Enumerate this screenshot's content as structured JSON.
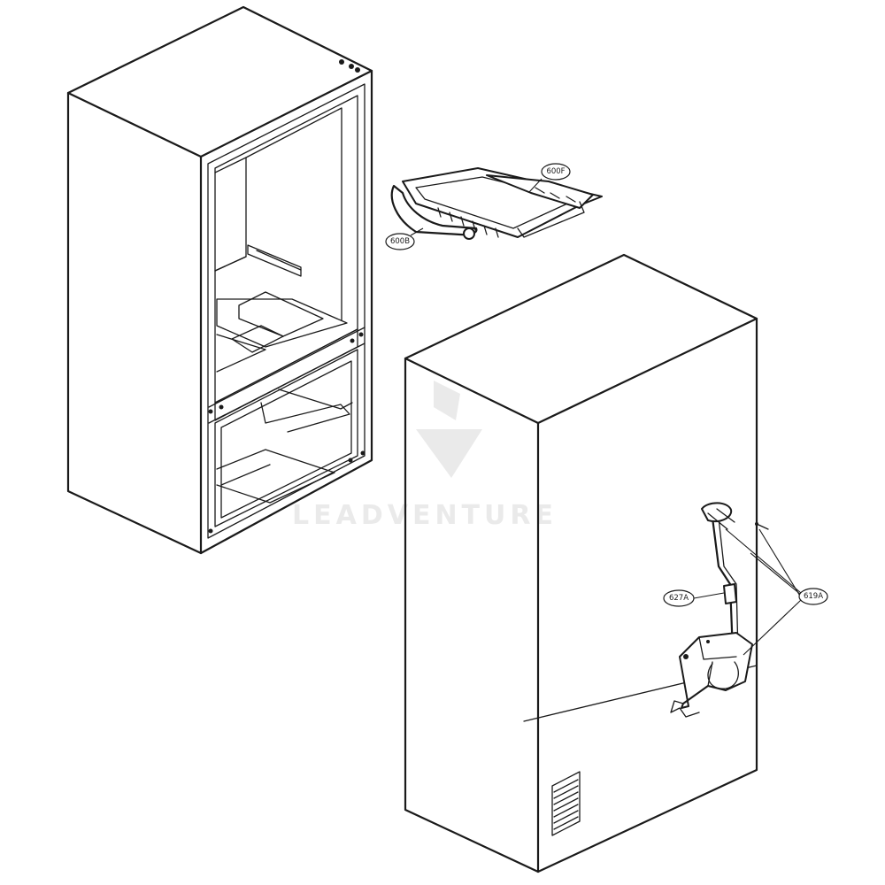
{
  "callouts": {
    "c600f": "600F",
    "c600b": "600B",
    "c627a": "627A",
    "c619a": "619A"
  },
  "watermark": "LEADVENTURE",
  "colors": {
    "line": "#1a1a1a",
    "background": "#ffffff",
    "watermark": "#d9d9d9"
  }
}
